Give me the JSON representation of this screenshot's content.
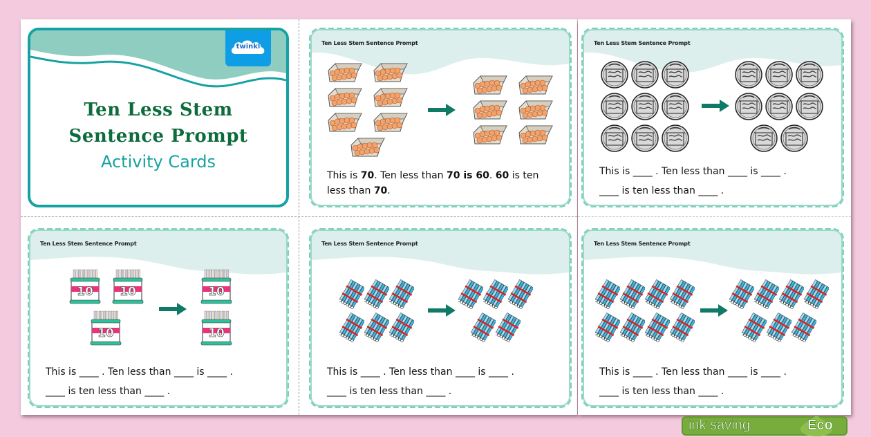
{
  "cover": {
    "title_line1": "Ten Less Stem",
    "title_line2": "Sentence Prompt",
    "subtitle": "Activity Cards",
    "logo_text": "twinkl",
    "logo_icon": "cloud-logo-icon"
  },
  "card_header": "Ten Less Stem Sentence Prompt",
  "cards": [
    {
      "id": "eggs",
      "header": "Ten Less Stem Sentence Prompt",
      "item_icon": "egg-carton-icon",
      "before_count": 7,
      "after_count": 6,
      "line1_parts": [
        "This is ",
        "70",
        ". Ten less than ",
        "70",
        " is ",
        "60",
        ". ",
        "60",
        " is ten"
      ],
      "line2_parts": [
        "less than ",
        "70",
        "."
      ]
    },
    {
      "id": "coins",
      "header": "Ten Less Stem Sentence Prompt",
      "item_icon": "ten-pence-coin-icon",
      "before_count": 9,
      "after_count": 8,
      "line1": "This is ____ . Ten less than ____ is ____ .",
      "line2": "____ is ten less than ____ ."
    },
    {
      "id": "cakes",
      "header": "Ten Less Stem Sentence Prompt",
      "item_icon": "birthday-cake-10-icon",
      "cake_label": "10",
      "before_count": 3,
      "after_count": 2,
      "line1": "This is ____ . Ten less than ____ is ____ .",
      "line2": "____ is ten less than ____ ."
    },
    {
      "id": "straws6",
      "header": "Ten Less Stem Sentence Prompt",
      "item_icon": "straw-bundle-icon",
      "before_count": 6,
      "after_count": 5,
      "line1": "This is ____ . Ten less than ____ is ____ .",
      "line2": "____ is ten less than ____ ."
    },
    {
      "id": "straws8",
      "header": "Ten Less Stem Sentence Prompt",
      "item_icon": "straw-bundle-icon",
      "before_count": 8,
      "after_count": 7,
      "line1": "This is ____ . Ten less than ____ is ____ .",
      "line2": "____ is ten less than ____ ."
    }
  ],
  "eco_badge": {
    "text": "ink saving",
    "label": "Eco",
    "icon": "leaf-drop-icon"
  },
  "colors": {
    "background": "#f3cade",
    "cover_border": "#16a2a4",
    "cover_wave": "#8fcdc0",
    "title_green": "#0e6b3d",
    "subtitle_teal": "#17a2a0",
    "card_border": "#7dcfbb",
    "card_wave": "#dcefec",
    "arrow": "#0f7a66",
    "logo_blue": "#0f9ee6",
    "eco_green": "#78ac3c"
  }
}
